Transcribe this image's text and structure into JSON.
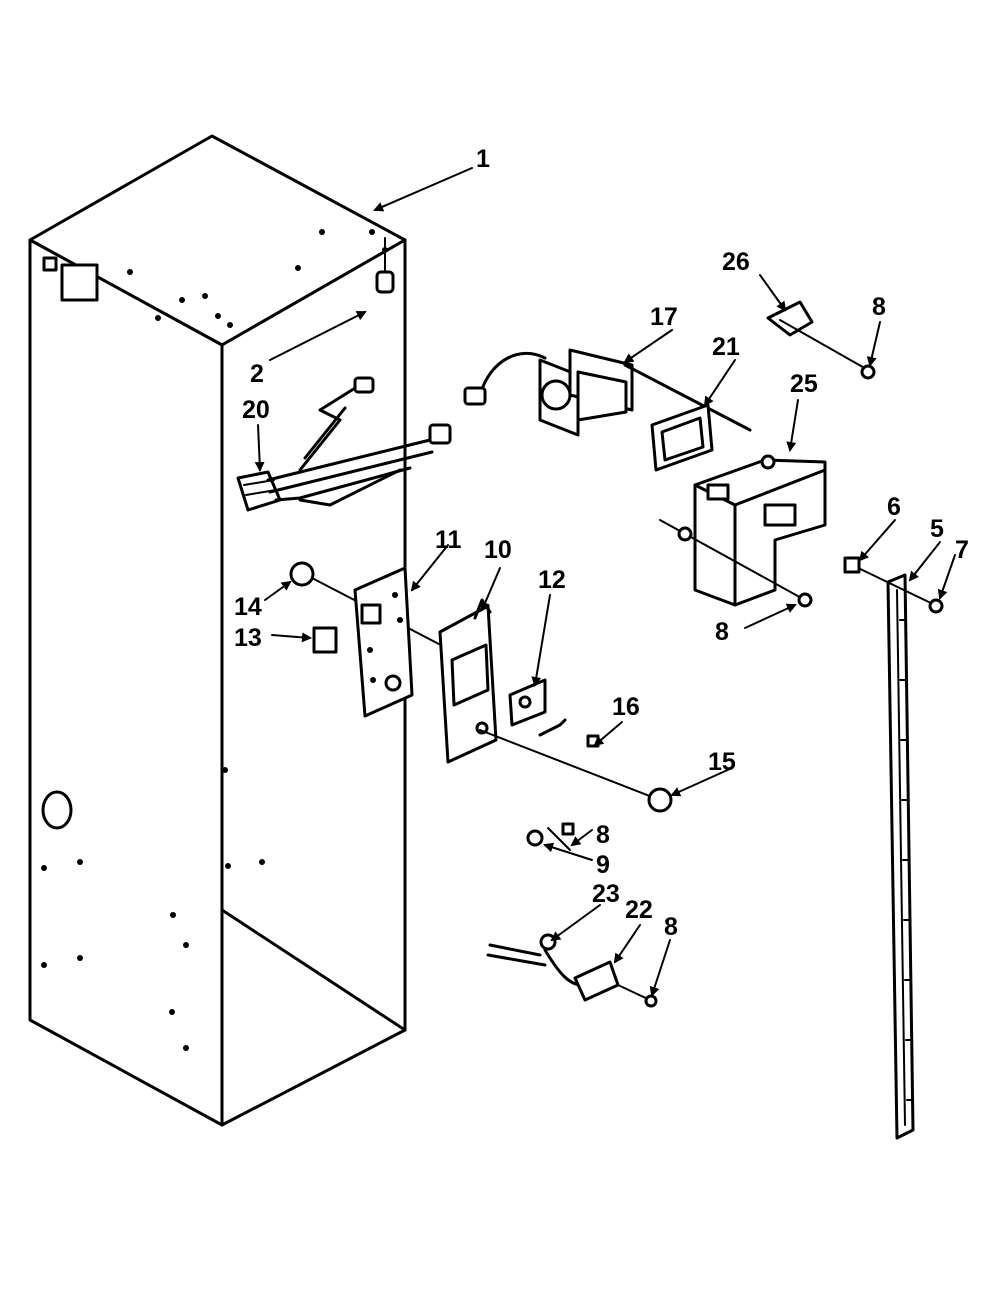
{
  "callouts": {
    "c1": "1",
    "c2": "2",
    "c5": "5",
    "c6": "6",
    "c7": "7",
    "c8a": "8",
    "c8b": "8",
    "c8c": "8",
    "c8d": "8",
    "c9": "9",
    "c10": "10",
    "c11": "11",
    "c12": "12",
    "c13": "13",
    "c14": "14",
    "c15": "15",
    "c16": "16",
    "c17": "17",
    "c20": "20",
    "c21": "21",
    "c22": "22",
    "c23": "23",
    "c25": "25",
    "c26": "26"
  }
}
